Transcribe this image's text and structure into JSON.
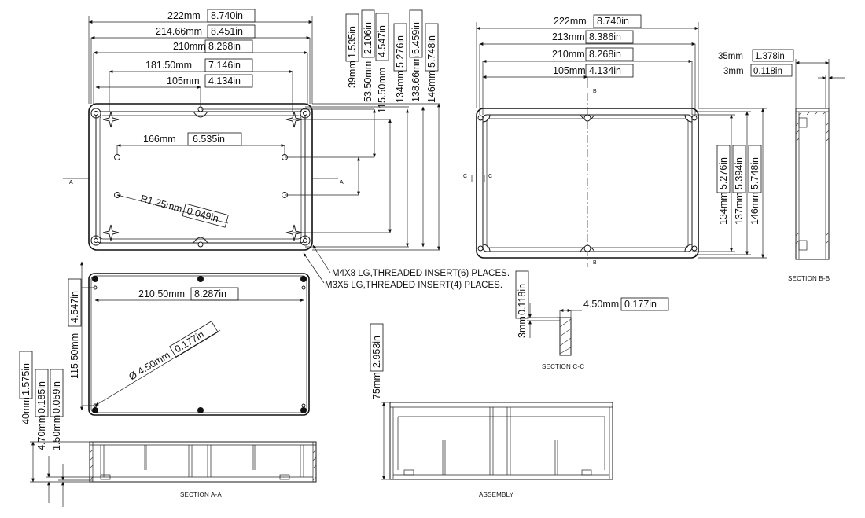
{
  "top_view": {
    "dims_horizontal": [
      {
        "mm": "222mm",
        "in": "8.740in"
      },
      {
        "mm": "214.66mm",
        "in": "8.451in"
      },
      {
        "mm": "210mm",
        "in": "8.268in"
      },
      {
        "mm": "181.50mm",
        "in": "7.146in"
      },
      {
        "mm": "105mm",
        "in": "4.134in"
      }
    ],
    "dims_vertical": [
      {
        "mm": "39mm",
        "in": "1.535in"
      },
      {
        "mm": "53.50mm",
        "in": "2.106in"
      },
      {
        "mm": "115.50mm",
        "in": "4.547in"
      },
      {
        "mm": "134mm",
        "in": "5.276in"
      },
      {
        "mm": "138.66mm",
        "in": "5.459in"
      },
      {
        "mm": "146mm",
        "in": "5.748in"
      }
    ],
    "hole_spacing": {
      "mm": "166mm",
      "in": "6.535in"
    },
    "radius": {
      "mm": "R1.25mm",
      "in": "0.049in"
    },
    "section_mark": "A",
    "notes": [
      "M4X8 LG,THREADED INSERT(6) PLACES.",
      "M3X5 LG,THREADED INSERT(4) PLACES."
    ]
  },
  "lid_view": {
    "dims_horizontal": [
      {
        "mm": "222mm",
        "in": "8.740in"
      },
      {
        "mm": "213mm",
        "in": "8.386in"
      },
      {
        "mm": "210mm",
        "in": "8.268in"
      },
      {
        "mm": "105mm",
        "in": "4.134in"
      }
    ],
    "dims_vertical": [
      {
        "mm": "134mm",
        "in": "5.276in"
      },
      {
        "mm": "137mm",
        "in": "5.394in"
      },
      {
        "mm": "146mm",
        "in": "5.748in"
      }
    ],
    "section_b": "B",
    "section_c": "C"
  },
  "section_bb": {
    "title": "SECTION B-B",
    "dims": [
      {
        "mm": "35mm",
        "in": "1.378in"
      },
      {
        "mm": "3mm",
        "in": "0.118in"
      }
    ]
  },
  "section_cc": {
    "title": "SECTION C-C",
    "dim_width": {
      "mm": "4.50mm",
      "in": "0.177in"
    },
    "dim_height": {
      "mm": "3mm",
      "in": "0.118in"
    }
  },
  "bottom_view": {
    "width": {
      "mm": "210.50mm",
      "in": "8.287in"
    },
    "height": {
      "mm": "115.50mm",
      "in": "4.547in"
    },
    "diameter": {
      "mm": "Ø 4.50mm",
      "in": "0.177in"
    }
  },
  "section_aa": {
    "title": "SECTION A-A",
    "dims": [
      {
        "mm": "40mm",
        "in": "1.575in"
      },
      {
        "mm": "4.70mm",
        "in": "0.185in"
      },
      {
        "mm": "1.50mm",
        "in": "0.059in"
      }
    ]
  },
  "assembly": {
    "title": "ASSEMBLY",
    "height": {
      "mm": "75mm",
      "in": "2.953in"
    }
  }
}
